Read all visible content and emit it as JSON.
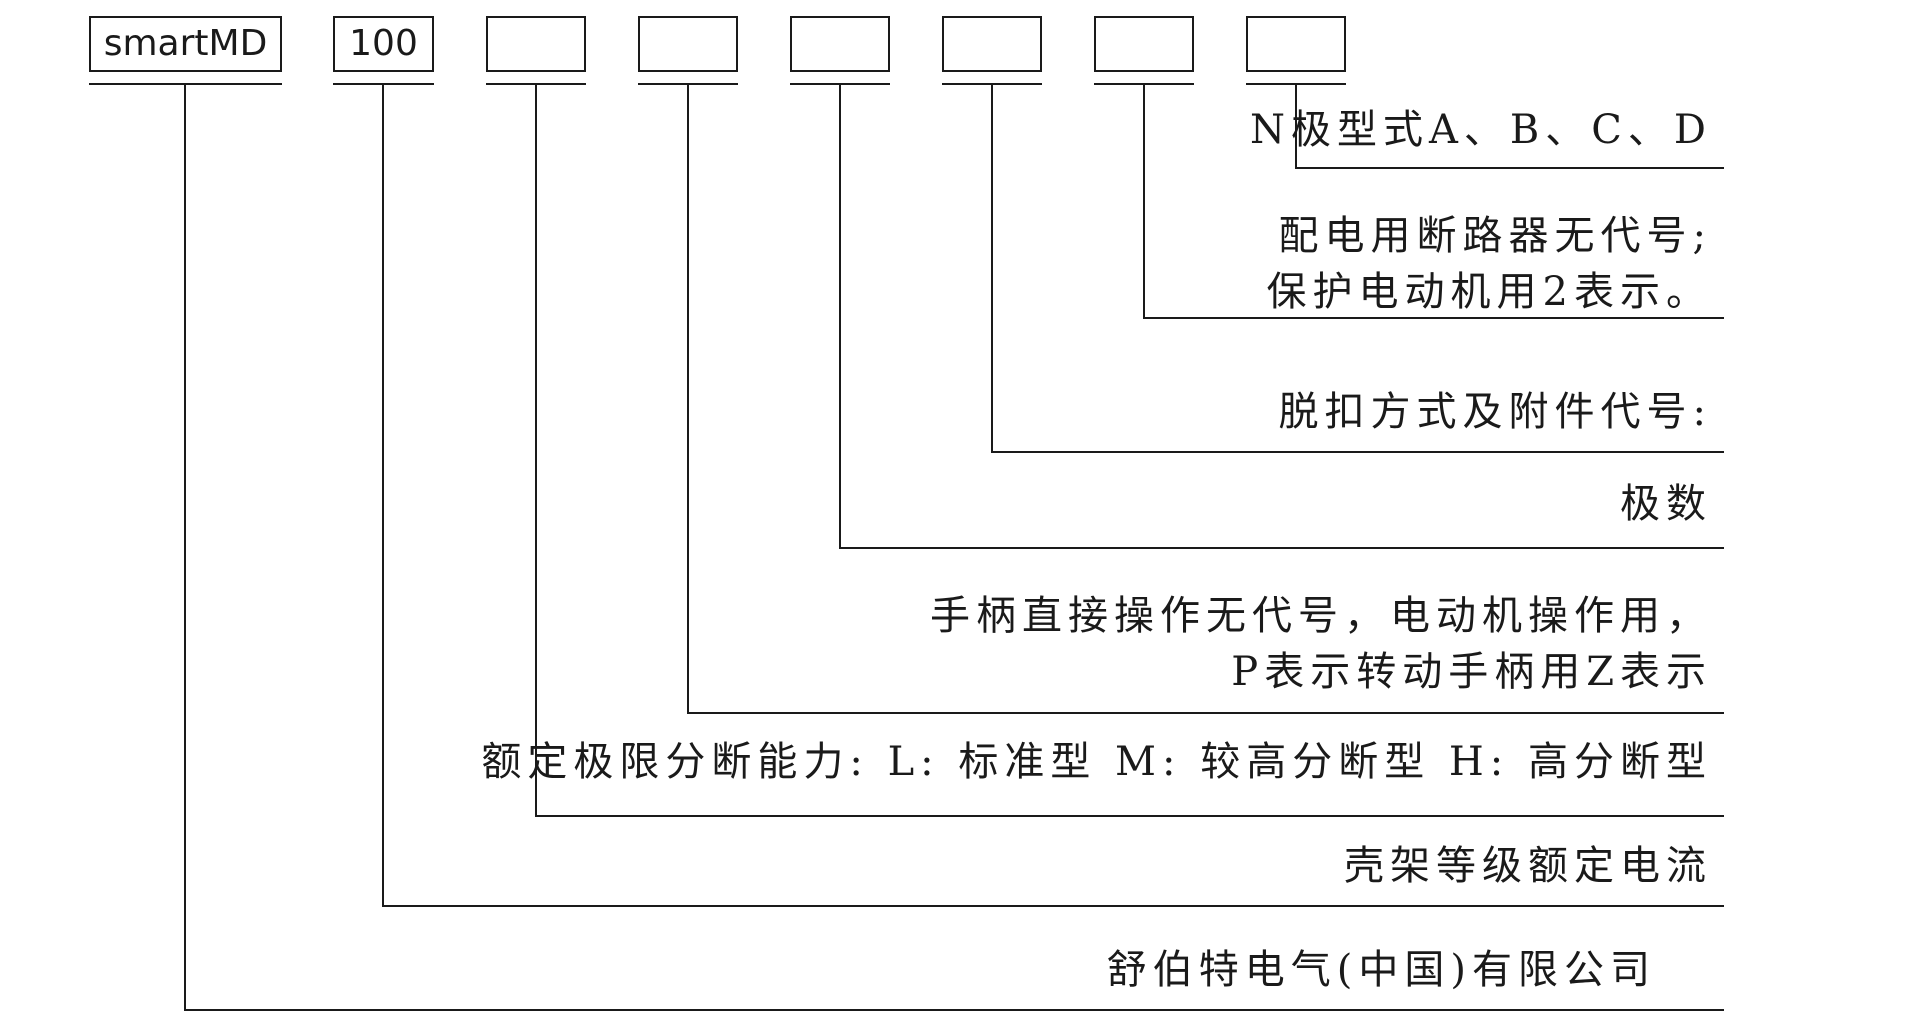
{
  "code_boxes": [
    {
      "text": "smartMD"
    },
    {
      "text": "100"
    },
    {
      "text": ""
    },
    {
      "text": ""
    },
    {
      "text": ""
    },
    {
      "text": ""
    },
    {
      "text": ""
    },
    {
      "text": ""
    }
  ],
  "descriptions": {
    "n_pole": [
      "N极型式A、B、C、D"
    ],
    "usage": [
      "配电用断路器无代号;",
      "保护电动机用2表示。"
    ],
    "release": [
      "脱扣方式及附件代号:"
    ],
    "poles": [
      "极数"
    ],
    "operation": [
      "手柄直接操作无代号，电动机操作用，",
      "P表示转动手柄用Z表示"
    ],
    "breaking": [
      "额定极限分断能力: L: 标准型 M: 较高分断型 H: 高分断型"
    ],
    "frame": [
      "壳架等级额定电流"
    ],
    "company": [
      "舒伯特电气(中国)有限公司"
    ]
  },
  "colors": {
    "line": "#1a1a1a",
    "background": "#ffffff"
  }
}
